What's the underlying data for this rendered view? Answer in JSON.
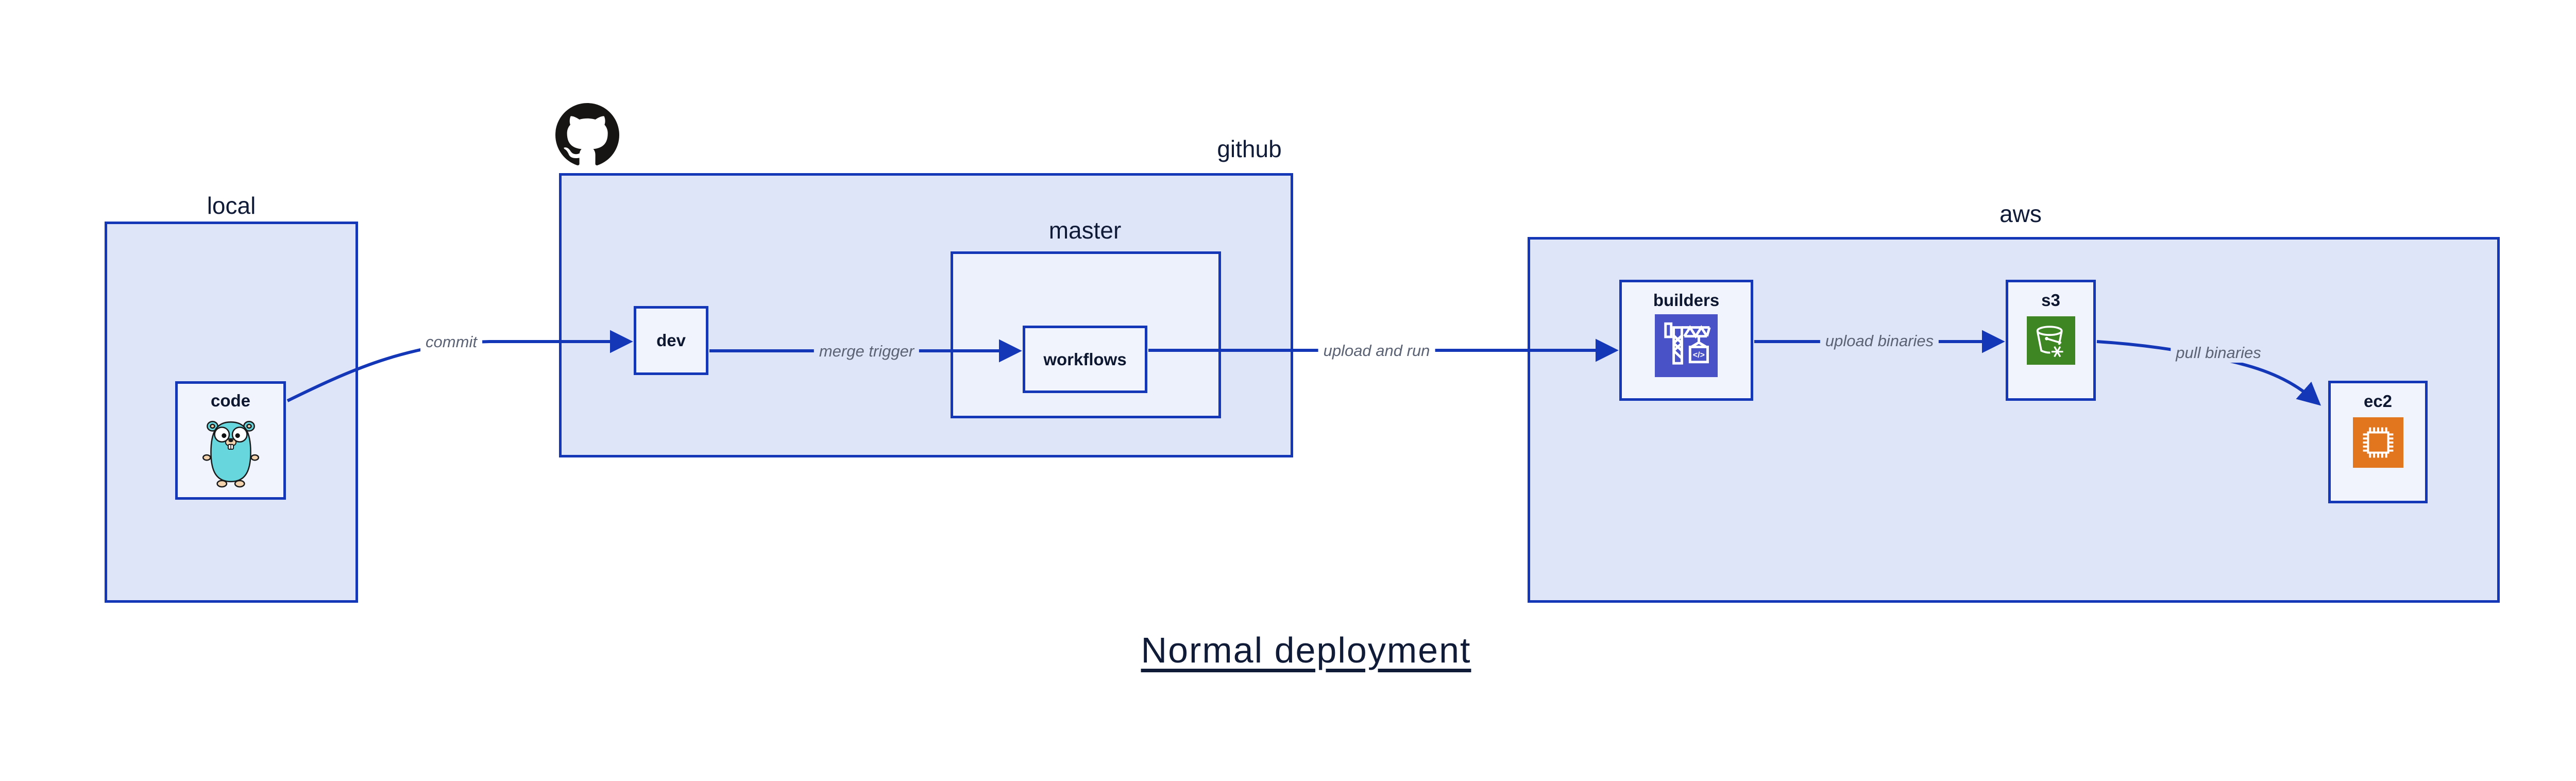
{
  "diagram_title": "Normal deployment",
  "groups": {
    "local": {
      "label": "local"
    },
    "github": {
      "label": "github",
      "icon": "github-octocat-icon"
    },
    "master": {
      "label": "master"
    },
    "aws": {
      "label": "aws"
    }
  },
  "nodes": {
    "code": {
      "label": "code",
      "icon": "go-gopher-icon"
    },
    "dev": {
      "label": "dev"
    },
    "workflows": {
      "label": "workflows"
    },
    "builders": {
      "label": "builders",
      "icon": "aws-codebuild-crane-icon"
    },
    "s3": {
      "label": "s3",
      "icon": "aws-s3-bucket-snowflake-icon"
    },
    "ec2": {
      "label": "ec2",
      "icon": "aws-ec2-chip-icon"
    }
  },
  "edges": {
    "commit": {
      "from": "code",
      "to": "dev",
      "label": "commit"
    },
    "merge_trigger": {
      "from": "dev",
      "to": "workflows",
      "label": "merge trigger"
    },
    "upload_and_run": {
      "from": "workflows",
      "to": "builders",
      "label": "upload and run"
    },
    "upload_binaries": {
      "from": "builders",
      "to": "s3",
      "label": "upload binaries"
    },
    "pull_binaries": {
      "from": "s3",
      "to": "ec2",
      "label": "pull binaries"
    }
  },
  "colors": {
    "outline_and_arrow_blue": "#1437b8",
    "group_fill": "#dfe5f8",
    "master_fill": "#edf1fb",
    "node_fill": "#f1f4fc",
    "edge_label_gray": "#5b6273",
    "text_navy": "#101b38",
    "codebuild_indigo": "#4a52c8",
    "s3_green": "#3e8624",
    "ec2_orange": "#e2761e",
    "gopher_teal": "#67d6dd",
    "github_black": "#171513"
  }
}
